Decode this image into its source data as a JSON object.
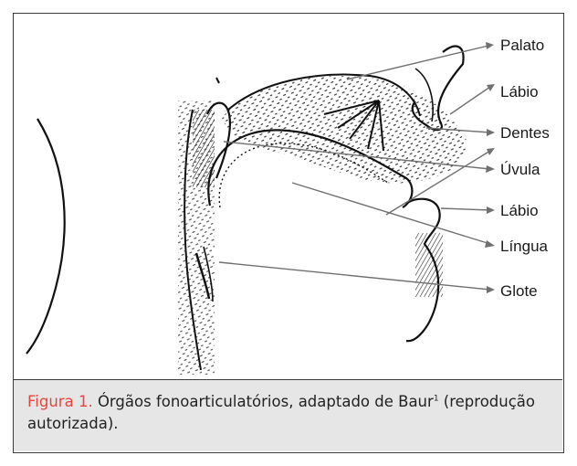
{
  "labels": {
    "palato": "Palato",
    "labio_superior": "Lábio",
    "dentes": "Dentes",
    "uvula": "Úvula",
    "labio_inferior": "Lábio",
    "lingua": "Língua",
    "glote": "Glote"
  },
  "caption": {
    "figure_label": "Figura 1.",
    "text_before_ref": " Órgãos fonoarticulatórios, adaptado de Baur",
    "ref": "1",
    "text_after_ref": " (reprodução autorizada)."
  },
  "colors": {
    "caption_label": "#e8453c",
    "caption_background": "#e6e6e6",
    "border": "#3a3a3a"
  }
}
